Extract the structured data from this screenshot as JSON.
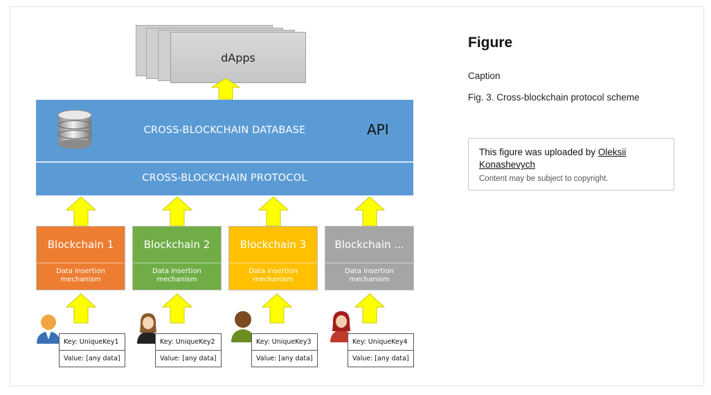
{
  "figure": {
    "heading": "Figure",
    "caption_label": "Caption",
    "caption_text": "Fig. 3. Cross-blockchain protocol scheme",
    "uploaded_by_prefix": "This figure was uploaded by ",
    "uploader_name": "Oleksii Konashevych",
    "copyright_note": "Content may be subject to copyright."
  },
  "diagram": {
    "dapps_label": "dApps",
    "database_label": "CROSS-BLOCKCHAIN DATABASE",
    "api_label": "API",
    "protocol_label": "CROSS-BLOCKCHAIN PROTOCOL",
    "chains": [
      {
        "name": "Blockchain 1",
        "mechanism": "Data insertion mechanism",
        "color": "#ed7d31",
        "key": "Key: UniqueKey1",
        "value": "Value: [any data]"
      },
      {
        "name": "Blockchain 2",
        "mechanism": "Data insertion mechanism",
        "color": "#70ad47",
        "key": "Key: UniqueKey2",
        "value": "Value: [any data]"
      },
      {
        "name": "Blockchain 3",
        "mechanism": "Data insertion mechanism",
        "color": "#ffc000",
        "key": "Key: UniqueKey3",
        "value": "Value: [any data]"
      },
      {
        "name": "Blockchain ...",
        "mechanism": "Data insertion mechanism",
        "color": "#a5a5a5",
        "key": "Key: UniqueKey4",
        "value": "Value: [any data]"
      }
    ],
    "colors": {
      "layer_blue": "#5b9bd5",
      "arrow_yellow": "#ffff00"
    },
    "users": [
      "user-male-blue-icon",
      "user-female-icon",
      "user-male-green-icon",
      "user-female-red-icon"
    ]
  }
}
